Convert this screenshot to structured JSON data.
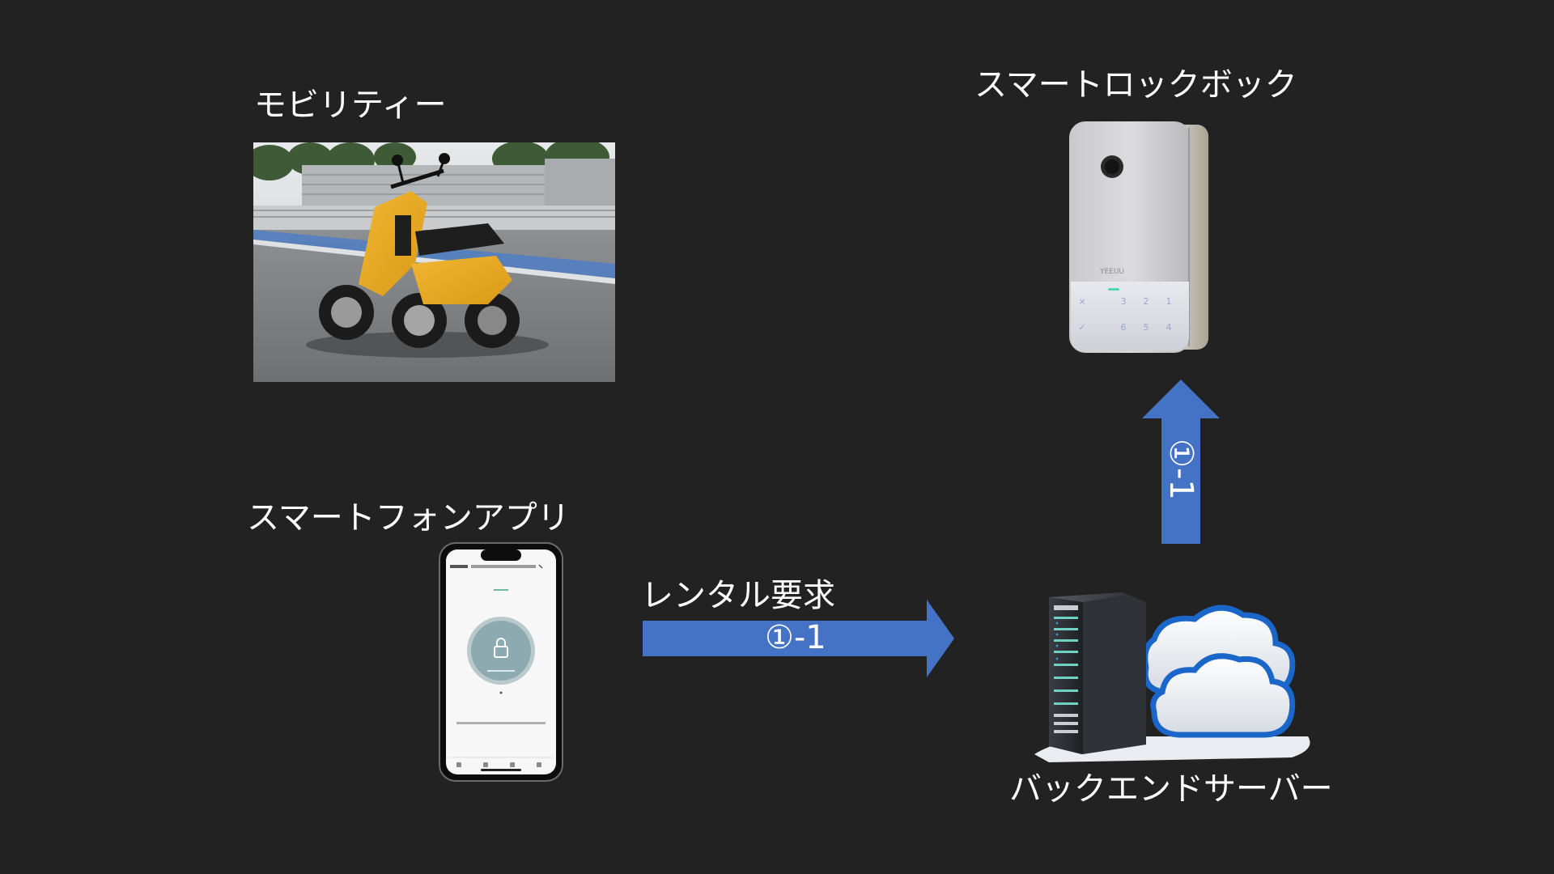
{
  "slide": {
    "background": "#222222",
    "accent_arrow": "#4472c4"
  },
  "nodes": {
    "mobility": {
      "label": "モビリティー",
      "image": "yellow-three-wheel-scooter-photo"
    },
    "lockbox": {
      "label": "スマートロックボック",
      "image": "smart-lock-box-photo",
      "brand_text": "YEEUU"
    },
    "smartphone": {
      "label": "スマートフォンアプリ",
      "image": "smartphone-app-screenshot"
    },
    "backend": {
      "label": "バックエンドサーバー",
      "image": "server-rack-and-cloud-illustration"
    }
  },
  "edges": {
    "rental": {
      "label": "レンタル要求",
      "step": "①-1"
    },
    "server_to_lock": {
      "step": "①-1"
    }
  },
  "keypad": {
    "keys": [
      "1",
      "2",
      "3",
      "4",
      "5",
      "6",
      "×",
      "✓"
    ]
  }
}
